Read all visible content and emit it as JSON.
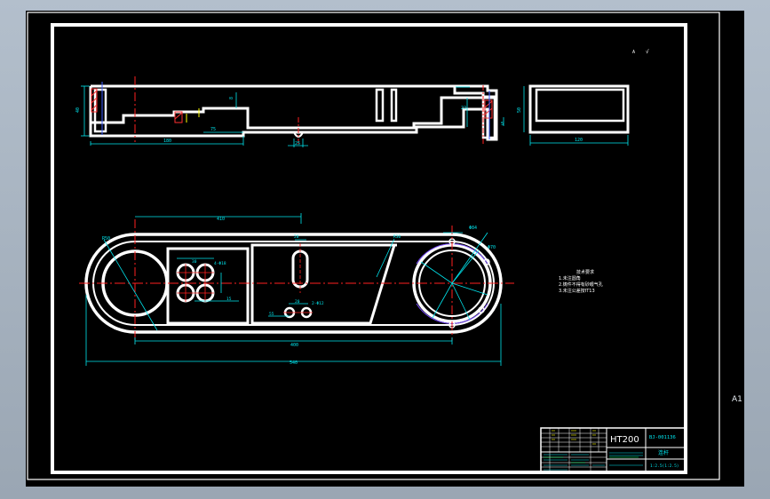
{
  "sheet_size_label": "A1",
  "title_block": {
    "material": "HT200",
    "drawing_number": "BJ-001136",
    "part_name": "连杆",
    "scale_ratio": "1:2.5(1:2.5)"
  },
  "technical_requirements": {
    "heading": "技术要求",
    "lines": [
      "1.未注圆角",
      "2.铸件不得有砂眼气孔",
      "3.未注公差按IT13"
    ]
  },
  "dimensions": {
    "top_length_left": "180",
    "top_step": "75",
    "top_bottom_hole": "25",
    "top_height": "40",
    "top_small_vert": "8",
    "top_right_h": "22",
    "top_right_w": "5",
    "side_width": "120",
    "side_height": "50",
    "center_distance": "410",
    "plan_inner": "400",
    "plan_overall": "540",
    "slot_width": "20",
    "bore_left_radius": "R50",
    "right_outer_dia": "Φ84",
    "right_inner_dia": "Φ70",
    "holes_4": "4-Φ18",
    "holes_2": "2-Φ12",
    "hole_spacing_30": "30",
    "hole_spacing_20": "20",
    "offset_55": "55",
    "offset_15": "15",
    "angle_label": "R30",
    "dim_35": "35",
    "dim_30b": "30"
  },
  "colors": {
    "background": "#000000",
    "frame": "#ffffff",
    "geometry": "#ffffff",
    "dimension": "#00e5ee",
    "centerline": "#ff2020",
    "hatch": "#ff3030",
    "hidden": "#7a4dff",
    "yellow": "#ffff00",
    "green": "#00ff66"
  }
}
